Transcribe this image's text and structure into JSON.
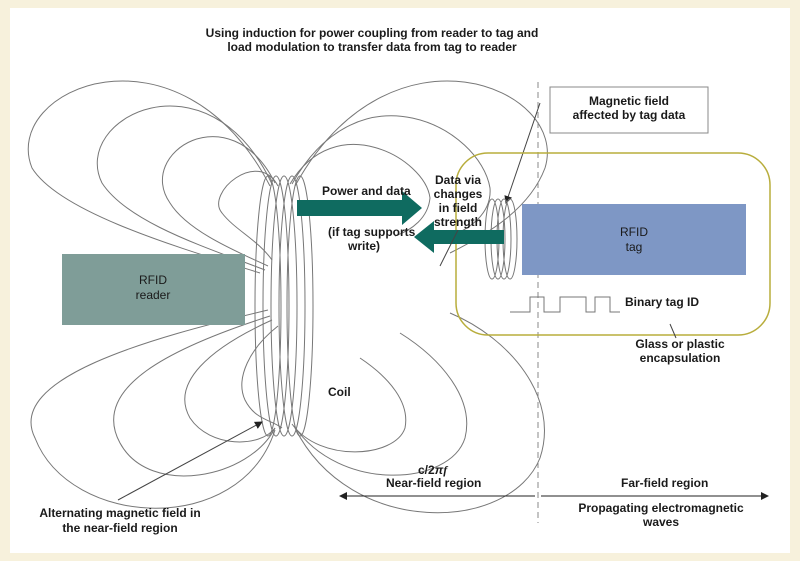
{
  "title": {
    "line1": "Using induction for power coupling from reader to tag and",
    "line2": "load modulation to transfer data from tag to reader"
  },
  "reader": {
    "line1": "RFID",
    "line2": "reader",
    "fill": "#7f9d98"
  },
  "tag": {
    "line1": "RFID",
    "line2": "tag",
    "fill": "#7e97c5"
  },
  "callout": {
    "line1": "Magnetic field",
    "line2": "affected by tag data"
  },
  "power": {
    "line1": "Power and data",
    "line2": "(if tag supports",
    "line3": "write)"
  },
  "data_via": {
    "line1": "Data via",
    "line2": "changes",
    "line3": "in field",
    "line4": "strength"
  },
  "binary_id": "Binary tag ID",
  "encapsulation": {
    "line1": "Glass or plastic",
    "line2": "encapsulation",
    "stroke": "#b8ad3c"
  },
  "coil": "Coil",
  "alternating": {
    "line1": "Alternating magnetic field in",
    "line2": "the near-field region"
  },
  "near_field": {
    "formula_text": "c/2",
    "formula_pi": "π",
    "formula_f": "f",
    "label": "Near-field region"
  },
  "far_field": {
    "label": "Far-field region"
  },
  "propagating": {
    "line1": "Propagating electromagnetic",
    "line2": "waves"
  },
  "arrow_color": "#0f6b60"
}
